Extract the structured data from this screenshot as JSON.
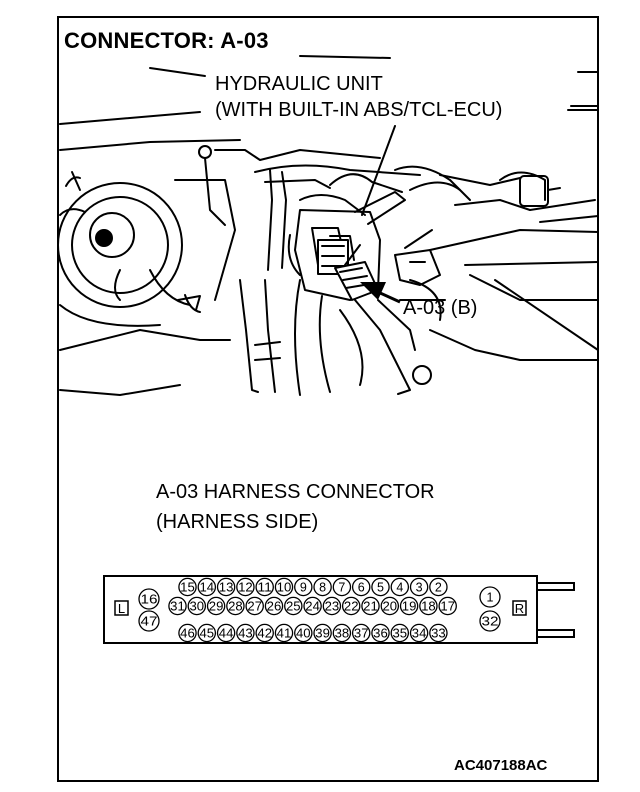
{
  "title": "CONNECTOR: A-03",
  "unit_label_1": "HYDRAULIC UNIT",
  "unit_label_2": "(WITH BUILT-IN ABS/TCL-ECU)",
  "callout": "A-03 (B)",
  "harness_title_1": "A-03 HARNESS CONNECTOR",
  "harness_title_2": "(HARNESS SIDE)",
  "side_left": "L",
  "side_right": "R",
  "pins": {
    "row1": [
      "15",
      "14",
      "13",
      "12",
      "11",
      "10",
      "9",
      "8",
      "7",
      "6",
      "5",
      "4",
      "3",
      "2"
    ],
    "row2": [
      "31",
      "30",
      "29",
      "28",
      "27",
      "26",
      "25",
      "24",
      "23",
      "22",
      "21",
      "20",
      "19",
      "18",
      "17"
    ],
    "row3": [
      "46",
      "45",
      "44",
      "43",
      "42",
      "41",
      "40",
      "39",
      "38",
      "37",
      "36",
      "35",
      "34",
      "33"
    ],
    "left_top": "16",
    "left_bottom": "47",
    "right_top": "1",
    "right_bottom": "32"
  },
  "figure_code": "AC407188AC"
}
